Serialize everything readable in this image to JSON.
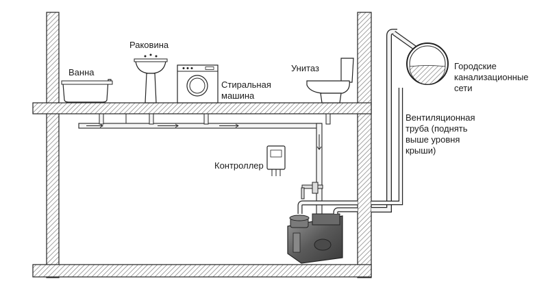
{
  "labels": {
    "bath": "Ванна",
    "sink": "Раковина",
    "washer": [
      "Стиральная",
      "машина"
    ],
    "toilet": "Унитаз",
    "controller": "Контроллер",
    "sewer": [
      "Городские",
      "канализационные",
      "сети"
    ],
    "vent": [
      "Вентиляционная",
      "труба (поднять",
      "выше уровня",
      "крыши)"
    ]
  },
  "colors": {
    "line": "#222222",
    "hatch": "#7a7a7a",
    "background": "#ffffff",
    "pump": "#5a5a5a",
    "pipe_fill": "#f4f4f4"
  }
}
